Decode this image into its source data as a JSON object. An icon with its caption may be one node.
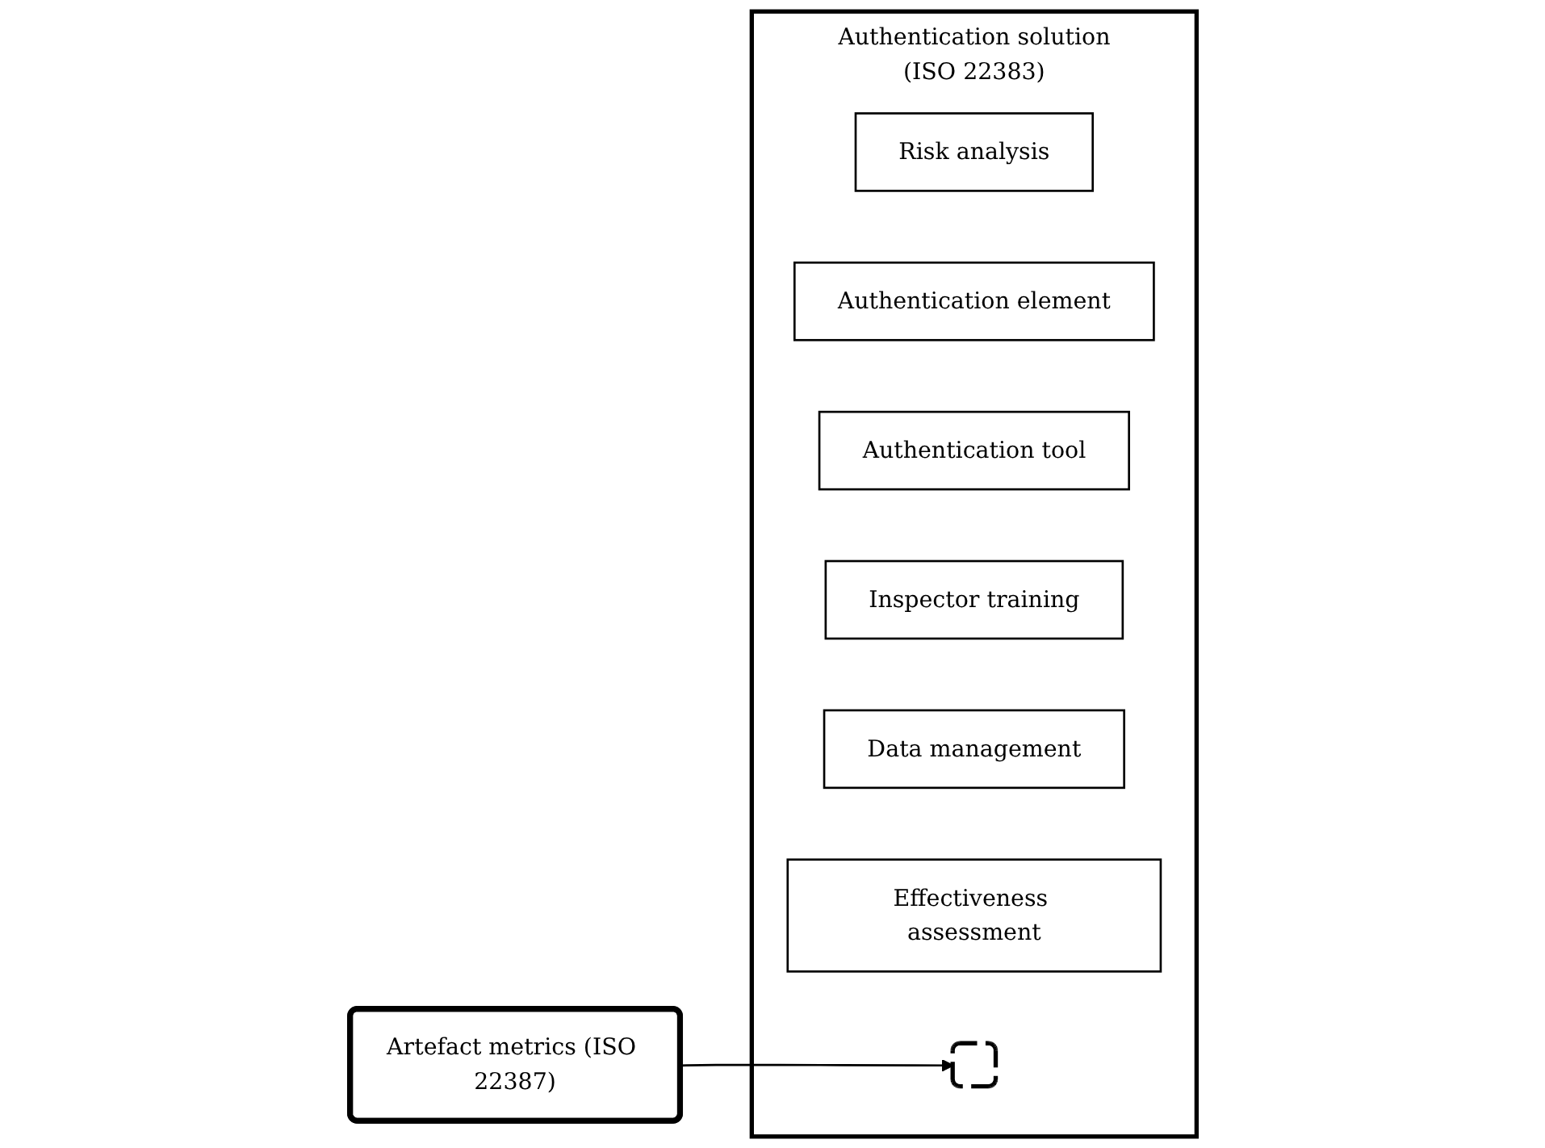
{
  "diagram": {
    "nodes": [
      {
        "text": [
          "Authentication solution",
          "(ISO 22383)"
        ]
      },
      {
        "text": [
          "Risk analysis"
        ],
        "in": 0
      },
      {
        "text": [
          "Authentication element"
        ],
        "in": 0
      },
      {
        "text": [
          "Authentication tool"
        ],
        "in": 0
      },
      {
        "text": [
          "Inspector training"
        ],
        "in": 0
      },
      {
        "text": [
          "Data management"
        ],
        "in": 0
      },
      {
        "text": [
          "Effectiveness assessment"
        ],
        "in": 0
      },
      {
        "text": [
          "Artefact metrics (ISO 22387)"
        ]
      },
      {
        "text": [],
        "shape": "box",
        "in": 0
      }
    ],
    "edges": [
      {
        "from": 7,
        "to": 8,
        "arrow": "to"
      }
    ]
  }
}
